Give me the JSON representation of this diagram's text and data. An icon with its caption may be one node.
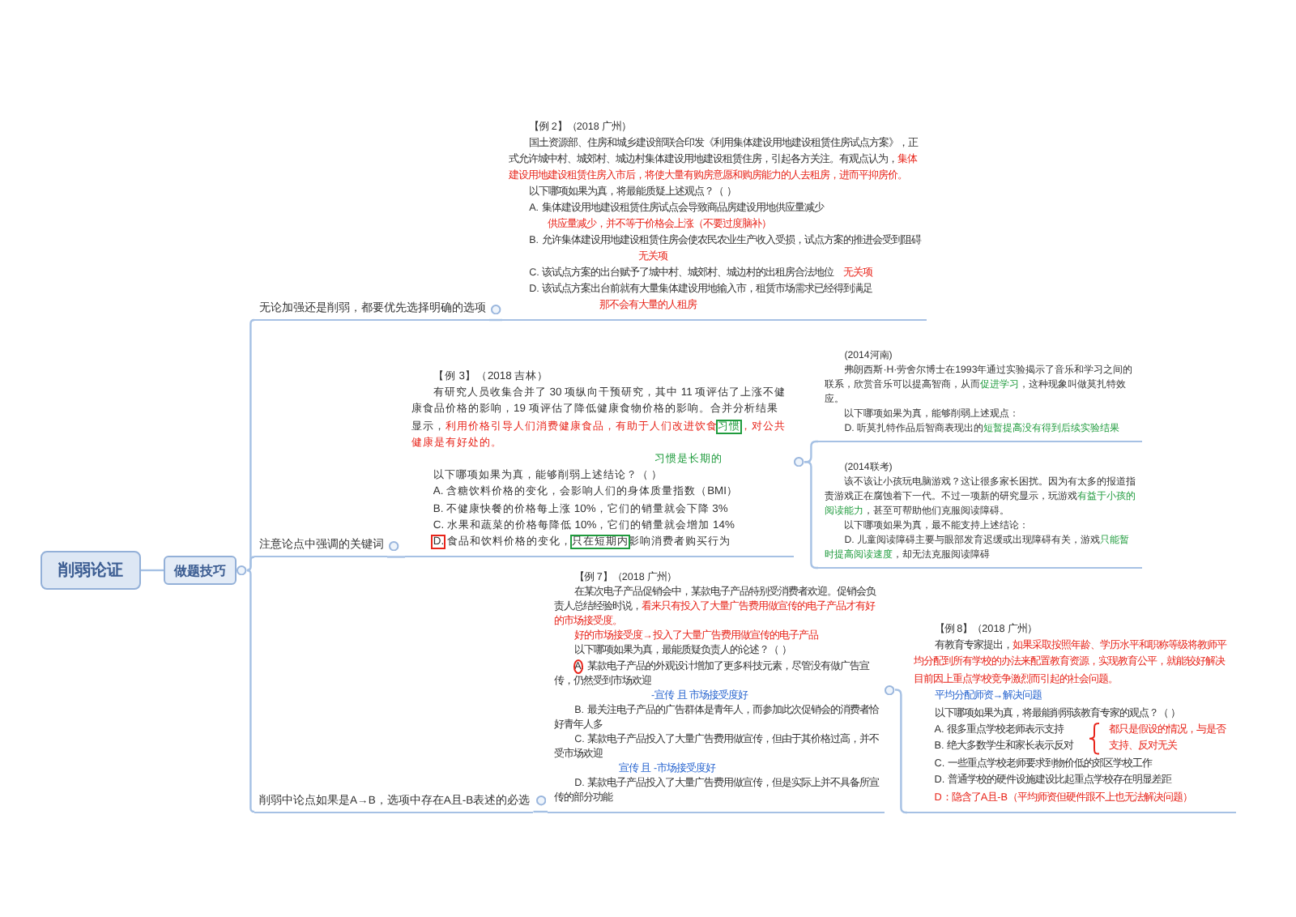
{
  "diagram": {
    "nodes": [
      {
        "text": [
          "削弱论证"
        ]
      },
      {
        "text": [
          "做题技巧"
        ]
      },
      {
        "text": [
          "无论加强还是削弱，都要优先选择明确的选项"
        ]
      },
      {
        "text": [
          "注意论点中强调的关键词"
        ]
      },
      {
        "text": [
          "削弱中论点如果是A→B，选项中存在A且-B表述的必选"
        ]
      },
      {
        "text": [
          "【例 2】（2018 广州）",
          "国土资源部、住房和城乡建设部联合印发《利用集体建设用地建设租赁住房试点方案》，正式允许城中村、城郊村、城边村集体建设用地建设租赁住房，引起各方关注。有观点认为，集体建设用地建设租赁住房入市后，将使大量有购房意愿和购房能力的人去租房，进而平抑房价。",
          "以下哪项如果为真，将最能质疑上述观点？（ ）",
          "A. 集体建设用地建设租赁住房试点会导致商品房建设用地供应量减少",
          "供应量减少，并不等于价格会上涨（不要过度脑补）",
          "B. 允许集体建设用地建设租赁住房会使农民农业生产收入受损，试点方案的推进会受到阻碍",
          "无关项",
          "C. 该试点方案的出台赋予了城中村、城郊村、城边村的出租房合法地位",
          "无关项",
          "D. 该试点方案出台前就有大量集体建设用地输入市，租赁市场需求已经得到满足",
          "那不会有大量的人租房"
        ]
      },
      {
        "text": [
          "【例 3】（2018 吉林）",
          "有研究人员收集合并了 30 项纵向干预研究，其中 11 项评估了上涨不健康食品价格的影响，19 项评估了降低健康食物价格的影响。合并分析结果显示，利用价格引导人们消费健康食品，有助于人们改进饮食习惯，对公共健康是有好处的。",
          "习惯是长期的",
          "以下哪项如果为真，能够削弱上述结论？（ ）",
          "A. 含糖饮料价格的变化，会影响人们的身体质量指数（BMI）",
          "B. 不健康快餐的价格每上涨 10%，它们的销量就会下降 3%",
          "C. 水果和蔬菜的价格每降低 10%，它们的销量就会增加 14%",
          "D. 食品和饮料价格的变化，只在短期内影响消费者购买行为"
        ]
      },
      {
        "text": [
          "(2014河南)",
          "弗朗西斯·H·劳舍尔博士在1993年通过实验揭示了音乐和学习之间的联系，欣赏音乐可以提高智商，从而促进学习，这种现象叫做莫扎特效应。",
          "以下哪项如果为真，能够削弱上述观点：",
          "D. 听莫扎特作品后智商表现出的短暂提高没有得到后续实验结果"
        ]
      },
      {
        "text": [
          "(2014联考)",
          "该不该让小孩玩电脑游戏？这让很多家长困扰。因为有太多的报道指责游戏正在腐蚀着下一代。不过一项新的研究显示，玩游戏有益于小孩的阅读能力，甚至可帮助他们克服阅读障碍。",
          "以下哪项如果为真，最不能支持上述结论：",
          "D. 儿童阅读障碍主要与眼部发育迟缓或出现障碍有关，游戏只能暂时提高阅读速度，却无法克服阅读障碍"
        ]
      },
      {
        "text": [
          "【例 7】（2018 广州）",
          "在某次电子产品促销会中，某款电子产品特别受消费者欢迎。促销会负责人总结经验时说，看来只有投入了大量广告费用做宣传的电子产品才有好的市场接受度。",
          "好的市场接受度→投入了大量广告费用做宣传的电子产品",
          "以下哪项如果为真，最能质疑负责人的论述？（ ）",
          "A. 某款电子产品的外观设计增加了更多科技元素，尽管没有做广告宣传，仍然受到市场欢迎",
          "-宣传 且 市场接受度好",
          "B. 最关注电子产品的广告群体是青年人，而参加此次促销会的消费者恰好青年人多",
          "C. 某款电子产品投入了大量广告费用做宣传，但由于其价格过高，并不受市场欢迎",
          "宣传 且 -市场接受度好",
          "D. 某款电子产品投入了大量广告费用做宣传，但是实际上并不具备所宣传的部分功能"
        ]
      },
      {
        "text": [
          "【例 8】（2018 广州）",
          "有教育专家提出，如果采取按照年龄、学历水平和职称等级将教师平均分配到所有学校的办法来配置教育资源，实现教育公平，就能较好解决目前因上重点学校竞争激烈而引起的社会问题。",
          "平均分配师资→解决问题",
          "以下哪项如果为真，将最能削弱该教育专家的观点？（ ）",
          "A. 很多重点学校老师表示支持",
          "B. 绝大多数学生和家长表示反对",
          "都只是假设的情况，与是否支持、反对无关",
          "C. 一些重点学校老师要求到物价低的郊区学校工作",
          "D. 普通学校的硬件设施建设比起重点学校存在明显差距",
          "D：隐含了A且-B（平均师资但硬件跟不上也无法解决问题）"
        ]
      }
    ],
    "edges": [
      {
        "from": 0,
        "to": 1,
        "arrow": "none"
      },
      {
        "from": 1,
        "to": 2,
        "arrow": "none"
      },
      {
        "from": 1,
        "to": 3,
        "arrow": "none"
      },
      {
        "from": 1,
        "to": 4,
        "arrow": "none"
      },
      {
        "from": 2,
        "to": 5,
        "arrow": "none"
      },
      {
        "from": 3,
        "to": 6,
        "arrow": "none"
      },
      {
        "from": 6,
        "to": 7,
        "arrow": "none"
      },
      {
        "from": 6,
        "to": 8,
        "arrow": "none"
      },
      {
        "from": 4,
        "to": 9,
        "arrow": "none"
      },
      {
        "from": 9,
        "to": 10,
        "arrow": "none"
      }
    ]
  }
}
